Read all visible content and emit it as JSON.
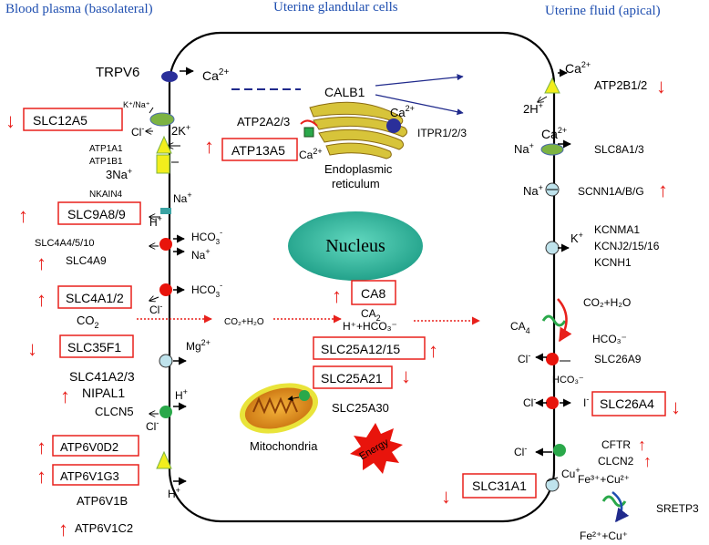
{
  "headers": {
    "left": "Blood plasma (basolateral)",
    "center": "Uterine glandular cells",
    "right": "Uterine fluid (apical)"
  },
  "colors": {
    "header": "#1f4fb0",
    "arrow_up_down": "#e8211c",
    "box_border": "#e8211c",
    "dashed_line": "#202a8c",
    "dotted_arrow": "#e8211c",
    "nucleus": "#33b59a",
    "er": "#d7c43a",
    "mito": "#e08a17",
    "channel_blue": "#2a2f9a",
    "transporter_red": "#e8140c",
    "transporter_lightblue": "#bfe3ec",
    "transporter_green": "#2aa84a",
    "pump_yellow": "#f2ee1c",
    "antiporter_green": "#7cb342"
  },
  "left": {
    "trpv6": "TRPV6",
    "ca": "Ca",
    "ca_sup": "2+",
    "knacl": "K⁺/Na⁺",
    "cl": "Cl",
    "cl_sup": "-",
    "slc12a5": "SLC12A5",
    "twok": "2K",
    "twok_sup": "+",
    "atp1a1": "ATP1A1",
    "atp1b1": "ATP1B1",
    "threena": "3Na",
    "threena_sup": "+",
    "nkain4": "NKAIN4",
    "na": "Na",
    "na_sup": "+",
    "h": "H",
    "h_sup": "+",
    "slc9a89": "SLC9A8/9",
    "hco3": "HCO",
    "hco3_sub": "3",
    "hco3_sup": "-",
    "slc4a4": "SLC4A4/5/10",
    "na2": "Na",
    "na2_sup": "+",
    "slc4a9": "SLC4A9",
    "hco3b": "HCO",
    "hco3b_sub": "3",
    "hco3b_sup": "-",
    "slc4a12": "SLC4A1/2",
    "cl2": "Cl",
    "cl2_sup": "-",
    "co2": "CO",
    "co2_sub": "2",
    "slc35f1": "SLC35F1",
    "mg": "Mg",
    "mg_sup": "2+",
    "slc41": "SLC41A2/3",
    "nipal1": "NIPAL1",
    "h2": "H",
    "h2_sup": "+",
    "clcn5": "CLCN5",
    "cl3": "Cl",
    "cl3_sup": "-",
    "atp6v0d2": "ATP6V0D2",
    "atp6v1g3": "ATP6V1G3",
    "atp6v1b": "ATP6V1B",
    "h3": "H",
    "h3_sup": "+",
    "atp6v1c2": "ATP6V1C2"
  },
  "center": {
    "calb1": "CALB1",
    "atp2a23": "ATP2A2/3",
    "atp13a5": "ATP13A5",
    "ca_er": "Ca",
    "ca_er_sup": "2+",
    "ca_er2": "Ca",
    "ca_er2_sup": "2+",
    "itpr": "ITPR1/2/3",
    "er_label1": "Endoplasmic",
    "er_label2": "reticulum",
    "nucleus": "Nucleus",
    "ca8": "CA8",
    "co2h2o": "CO₂+H₂O",
    "ca2": "CA",
    "ca2_sub": "2",
    "hhco3": "H⁺+HCO₃⁻",
    "slc25a1215": "SLC25A12/15",
    "slc25a21": "SLC25A21",
    "slc25a30": "SLC25A30",
    "mito": "Mitochondria",
    "energy": "Energy"
  },
  "right": {
    "ca": "Ca",
    "ca_sup": "2+",
    "atp2b12": "ATP2B1/2",
    "twoh": "2H",
    "twoh_sup": "+",
    "ca2": "Ca",
    "ca2_sup": "2+",
    "na": "Na",
    "na_sup": "+",
    "slc8a13": "SLC8A1/3",
    "na2": "Na",
    "na2_sup": "+",
    "scnn1": "SCNN1A/B/G",
    "k": "K",
    "k_sup": "+",
    "kcnma1": "KCNMA1",
    "kcnj": "KCNJ2/15/16",
    "kcnh1": "KCNH1",
    "ca4": "CA",
    "ca4_sub": "4",
    "co2h2o": "CO₂+H₂O",
    "hco3": "HCO₃⁻",
    "cl": "Cl",
    "cl_sup": "-",
    "slc26a9": "SLC26A9",
    "hco3b": "HCO₃⁻",
    "cl2": "Cl",
    "cl2_sup": "-",
    "i": "I",
    "i_sup": "-",
    "slc26a4": "SLC26A4",
    "cl3": "Cl",
    "cl3_sup": "-",
    "cftr": "CFTR",
    "clcn2": "CLCN2",
    "cu": "Cu",
    "cu_sup": "+",
    "slc31a1": "SLC31A1",
    "fe3": "Fe³⁺+Cu²⁺",
    "sretp3": "SRETP3",
    "fe2": "Fe²⁺+Cu⁺"
  }
}
